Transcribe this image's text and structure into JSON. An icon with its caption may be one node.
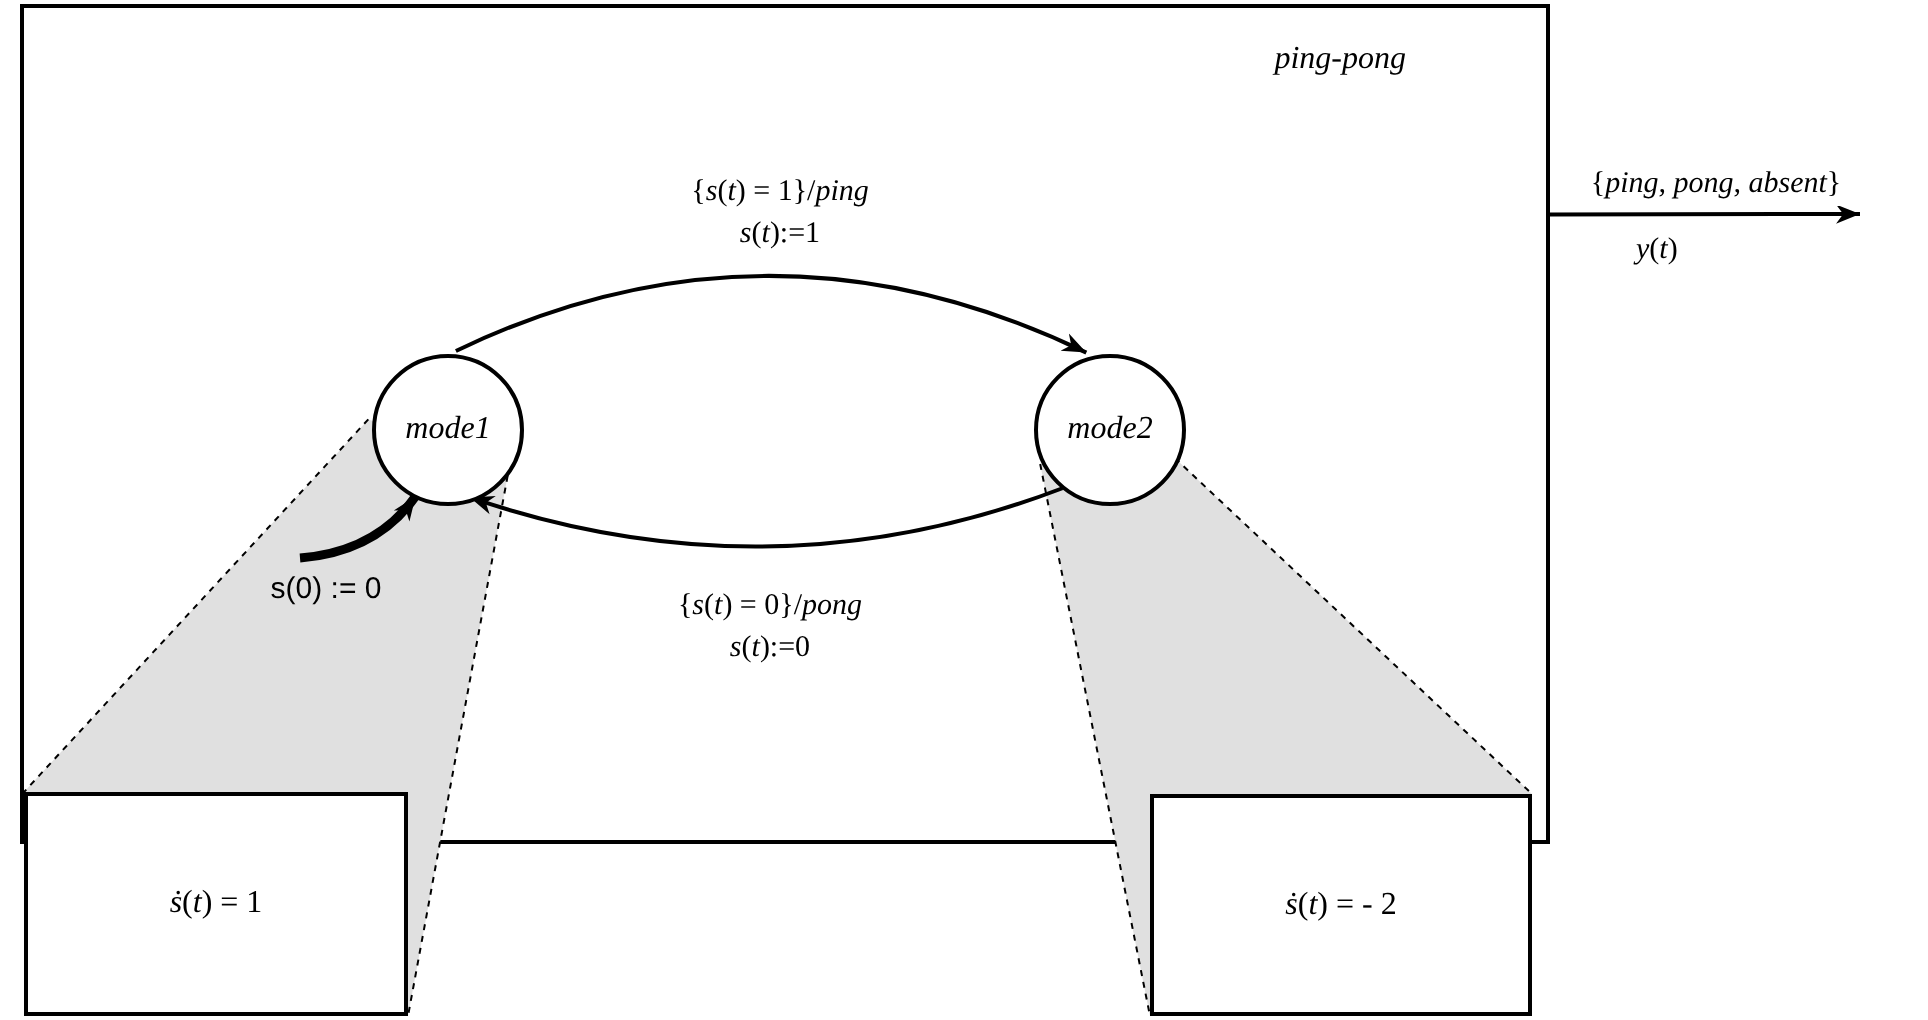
{
  "diagram": {
    "nodes": [
      {
        "text": [
          "*ping-pong*"
        ]
      },
      {
        "text": [
          "*mode1*"
        ],
        "in": 0
      },
      {
        "text": [
          "*mode2*"
        ],
        "in": 0
      },
      {
        "text": [
          "*ṡ*(*t*) = 1"
        ]
      },
      {
        "text": [
          "*ṡ*(*t*) = - 2"
        ]
      }
    ],
    "edges": [
      {
        "from": null,
        "to": 1,
        "arrow": "to",
        "style": "thick",
        "label": "s(0) := 0"
      },
      {
        "from": 1,
        "to": 2,
        "arrow": "to",
        "label": "{*s*(*t*) = 1}/*ping* *s*(*t*):=1"
      },
      {
        "from": 2,
        "to": 1,
        "arrow": "to",
        "label": "{*s*(*t*) = 0}/*pong* *s*(*t*):=0"
      },
      {
        "from": 0,
        "to": null,
        "arrow": "to",
        "label": "{*ping, pong, absent*}"
      },
      {
        "from": 1,
        "to": 3,
        "arrow": "none",
        "style": "dashed"
      },
      {
        "from": 1,
        "to": 3,
        "arrow": "none",
        "style": "dashed"
      },
      {
        "from": 2,
        "to": 4,
        "arrow": "none",
        "style": "dashed"
      },
      {
        "from": 2,
        "to": 4,
        "arrow": "none",
        "style": "dashed"
      }
    ],
    "labels": [
      "*y*(*t*)"
    ]
  }
}
